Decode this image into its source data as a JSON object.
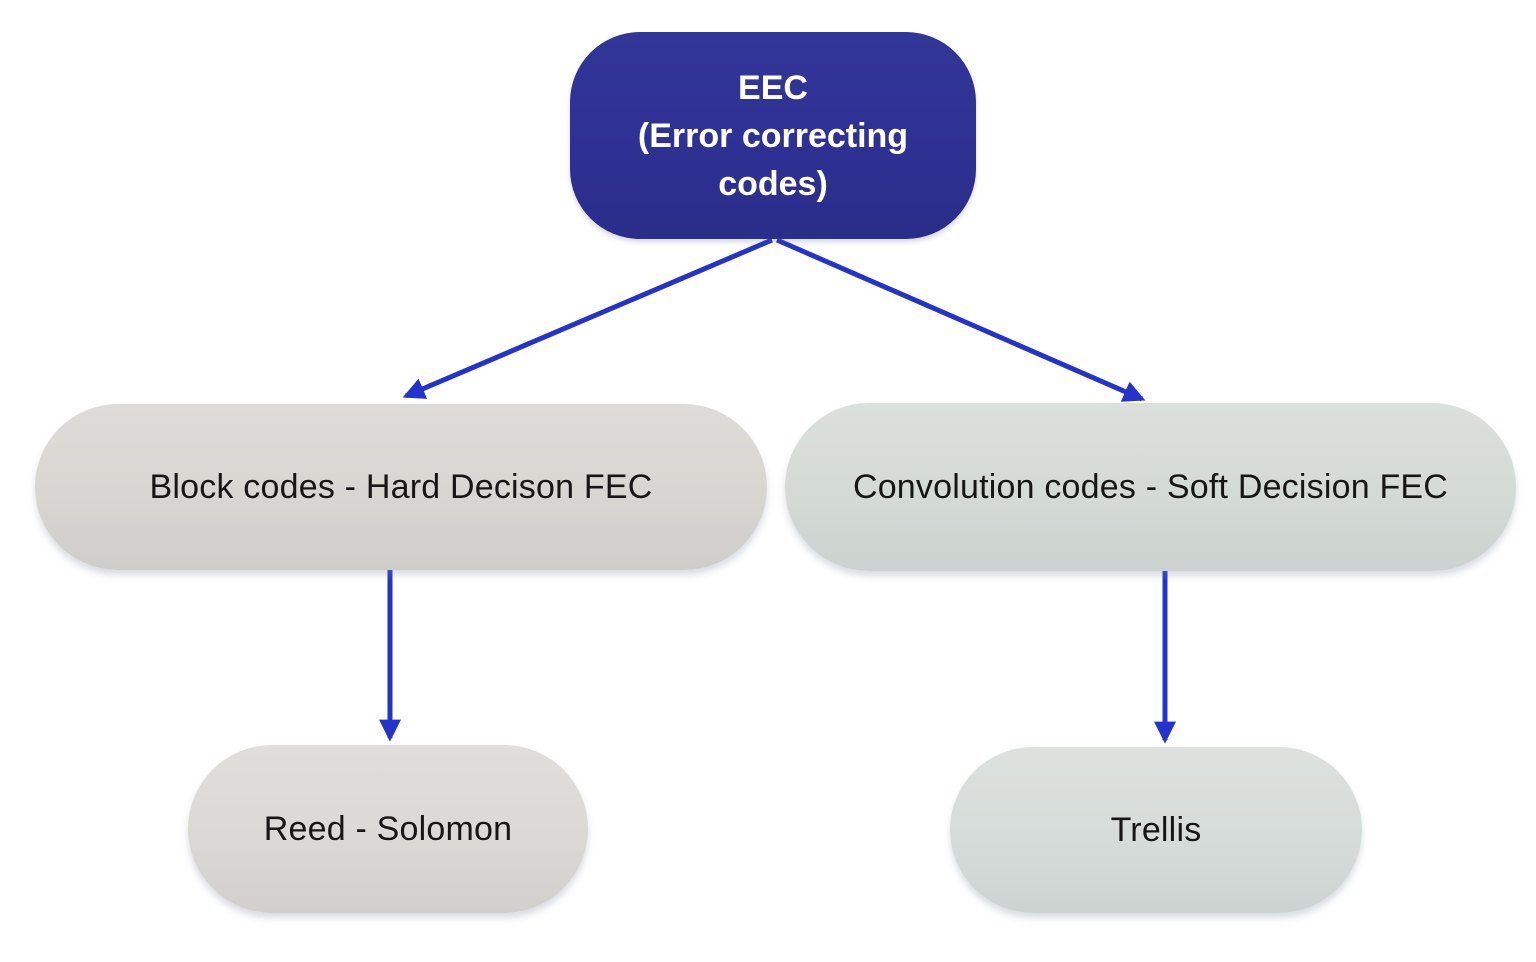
{
  "diagram": {
    "description": "Hierarchy tree of error correcting code types",
    "background_color": "#ffffff",
    "arrow_color": "#2433cc",
    "nodes": {
      "root": {
        "id": "eec",
        "line1": "EEC",
        "line2": "(Error correcting codes)",
        "bg_color": "#2e3193",
        "text_color": "#ffffff"
      },
      "block": {
        "id": "block-codes",
        "label": "Block codes - Hard Decison FEC",
        "bg_color": "#d8d6d1",
        "text_color": "#161616"
      },
      "conv": {
        "id": "convolution-codes",
        "label": "Convolution codes - Soft Decision FEC",
        "bg_color": "#d4dad6",
        "text_color": "#161616"
      },
      "reed": {
        "id": "reed-solomon",
        "label": "Reed - Solomon",
        "bg_color": "#dbd9d5",
        "text_color": "#161616"
      },
      "trellis": {
        "id": "trellis",
        "label": "Trellis",
        "bg_color": "#d6dcd9",
        "text_color": "#161616"
      }
    },
    "edges": [
      {
        "from": "eec",
        "to": "block-codes"
      },
      {
        "from": "eec",
        "to": "convolution-codes"
      },
      {
        "from": "block-codes",
        "to": "reed-solomon"
      },
      {
        "from": "convolution-codes",
        "to": "trellis"
      }
    ]
  }
}
